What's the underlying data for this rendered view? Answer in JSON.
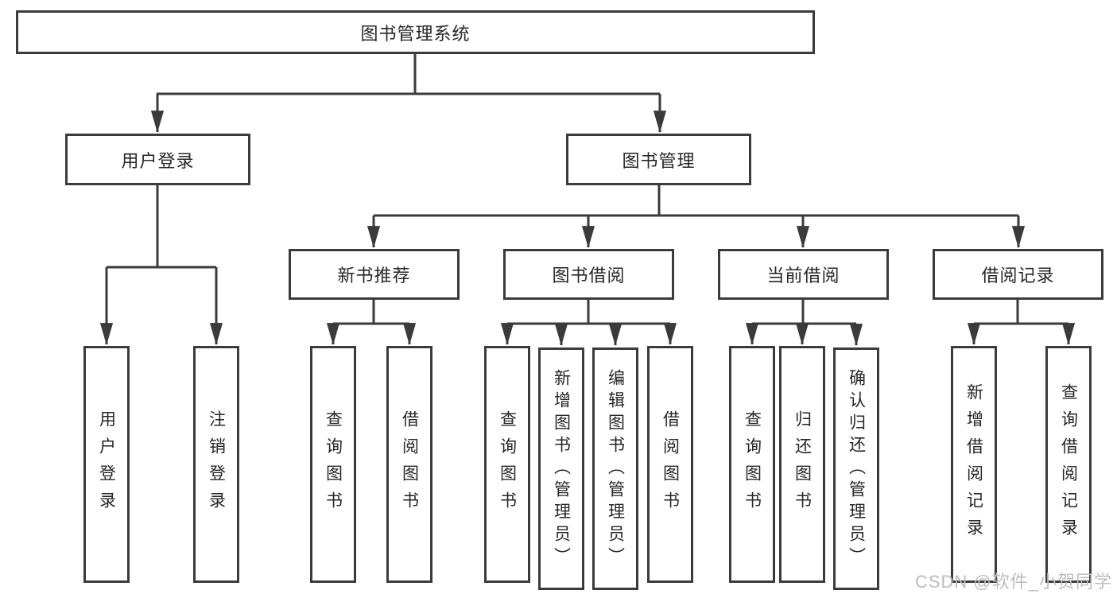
{
  "diagram": {
    "root_label": "图书管理系统",
    "level2": [
      {
        "label": "用户登录",
        "children": [
          "用户登录",
          "注销登录"
        ]
      },
      {
        "label": "图书管理"
      }
    ],
    "level3": [
      {
        "label": "新书推荐",
        "children": [
          "查询图书",
          "借阅图书"
        ]
      },
      {
        "label": "图书借阅",
        "children": [
          "查询图书",
          "新增图书（管理员）",
          "编辑图书（管理员）",
          "借阅图书"
        ]
      },
      {
        "label": "当前借阅",
        "children": [
          "查询图书",
          "归还图书",
          "确认归还（管理员）"
        ]
      },
      {
        "label": "借阅记录",
        "children": [
          "新增借阅记录",
          "查询借阅记录"
        ]
      }
    ]
  },
  "watermark": {
    "text": "CSDN @软件_小贺同学",
    "color": "#bcbcbc"
  },
  "colors": {
    "line": "#3b3b3b",
    "text": "#262626",
    "background": "#ffffff"
  }
}
